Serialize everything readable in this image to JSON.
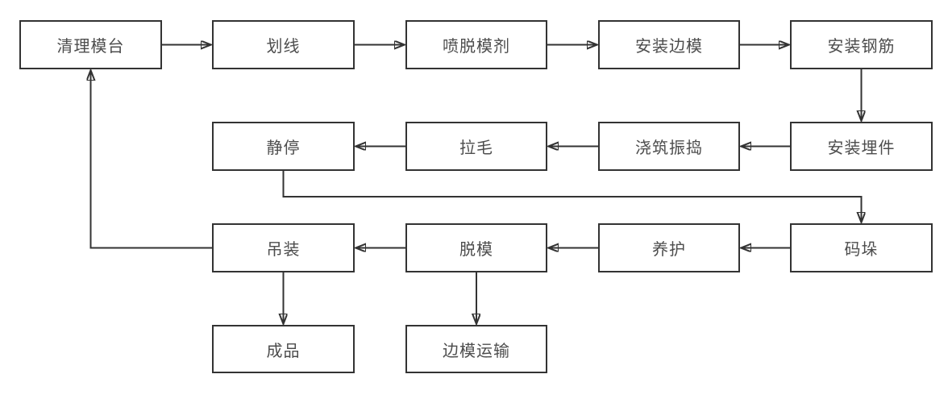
{
  "colors": {
    "border": "#333333",
    "text": "#4d4d4d",
    "background": "#ffffff",
    "arrow": "#333333"
  },
  "nodes": [
    {
      "id": "clean-mold-table",
      "label": "清理模台"
    },
    {
      "id": "marking",
      "label": "划线"
    },
    {
      "id": "spray-release-agent",
      "label": "喷脱模剂"
    },
    {
      "id": "install-side-molds",
      "label": "安装边模"
    },
    {
      "id": "install-rebar",
      "label": "安装钢筋"
    },
    {
      "id": "install-embedded-parts",
      "label": "安装埋件"
    },
    {
      "id": "pouring-vibrating",
      "label": "浇筑振捣"
    },
    {
      "id": "roughening",
      "label": "拉毛"
    },
    {
      "id": "static-rest",
      "label": "静停"
    },
    {
      "id": "stacking",
      "label": "码垛"
    },
    {
      "id": "curing",
      "label": "养护"
    },
    {
      "id": "demolding",
      "label": "脱模"
    },
    {
      "id": "hoisting",
      "label": "吊装"
    },
    {
      "id": "finished-product",
      "label": "成品"
    },
    {
      "id": "side-mold-transport",
      "label": "边模运输"
    }
  ],
  "edges": [
    {
      "from": "clean-mold-table",
      "to": "marking"
    },
    {
      "from": "marking",
      "to": "spray-release-agent"
    },
    {
      "from": "spray-release-agent",
      "to": "install-side-molds"
    },
    {
      "from": "install-side-molds",
      "to": "install-rebar"
    },
    {
      "from": "install-rebar",
      "to": "install-embedded-parts"
    },
    {
      "from": "install-embedded-parts",
      "to": "pouring-vibrating"
    },
    {
      "from": "pouring-vibrating",
      "to": "roughening"
    },
    {
      "from": "roughening",
      "to": "static-rest"
    },
    {
      "from": "static-rest",
      "to": "stacking"
    },
    {
      "from": "stacking",
      "to": "curing"
    },
    {
      "from": "curing",
      "to": "demolding"
    },
    {
      "from": "demolding",
      "to": "hoisting"
    },
    {
      "from": "hoisting",
      "to": "clean-mold-table"
    },
    {
      "from": "hoisting",
      "to": "finished-product"
    },
    {
      "from": "demolding",
      "to": "side-mold-transport"
    }
  ]
}
